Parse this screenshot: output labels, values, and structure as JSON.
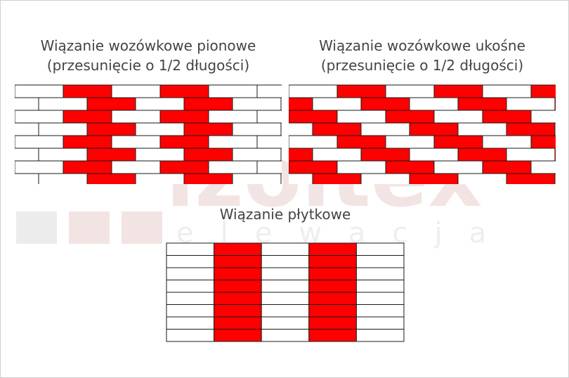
{
  "titles": {
    "vertical_line1": "Wiązanie wozówkowe pionowe",
    "vertical_line2": "(przesunięcie o 1/2 długości)",
    "diagonal_line1": "Wiązanie wozówkowe ukośne",
    "diagonal_line2": "(przesunięcie o 1/2 długości)",
    "tile": "Wiązanie płytkowe"
  },
  "watermark": {
    "brand": "izoltex",
    "sub": "elewacja",
    "mark": "®"
  },
  "colors": {
    "red": "#ff0000",
    "white": "#ffffff",
    "outline": "#1a1a1a",
    "title": "#444444",
    "watermark": "#f3e4e4"
  }
}
